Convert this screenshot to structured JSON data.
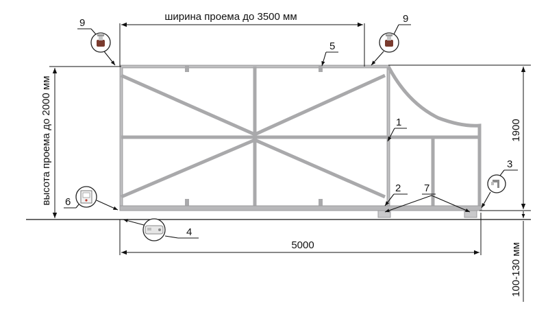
{
  "dimensions": {
    "width_label": "ширина проема до 3500 мм",
    "height_label": "высота проема до 2000 мм",
    "length_label": "5000",
    "gate_height_label": "1900",
    "clearance_label": "100-130 мм"
  },
  "callouts": {
    "frame": "1",
    "lower_beam": "2",
    "top_roller": "3",
    "motor": "4",
    "top_bar": "5",
    "control_box": "6",
    "roller_carriage": "7",
    "catcher_left": "9",
    "catcher_right": "9"
  },
  "icons": [
    "catcher-icon",
    "top-roller-icon",
    "motor-icon",
    "control-box-icon"
  ],
  "colors": {
    "frame": "#a9a9ab",
    "line": "#111111",
    "catcher_body": "#7a3b2e"
  }
}
